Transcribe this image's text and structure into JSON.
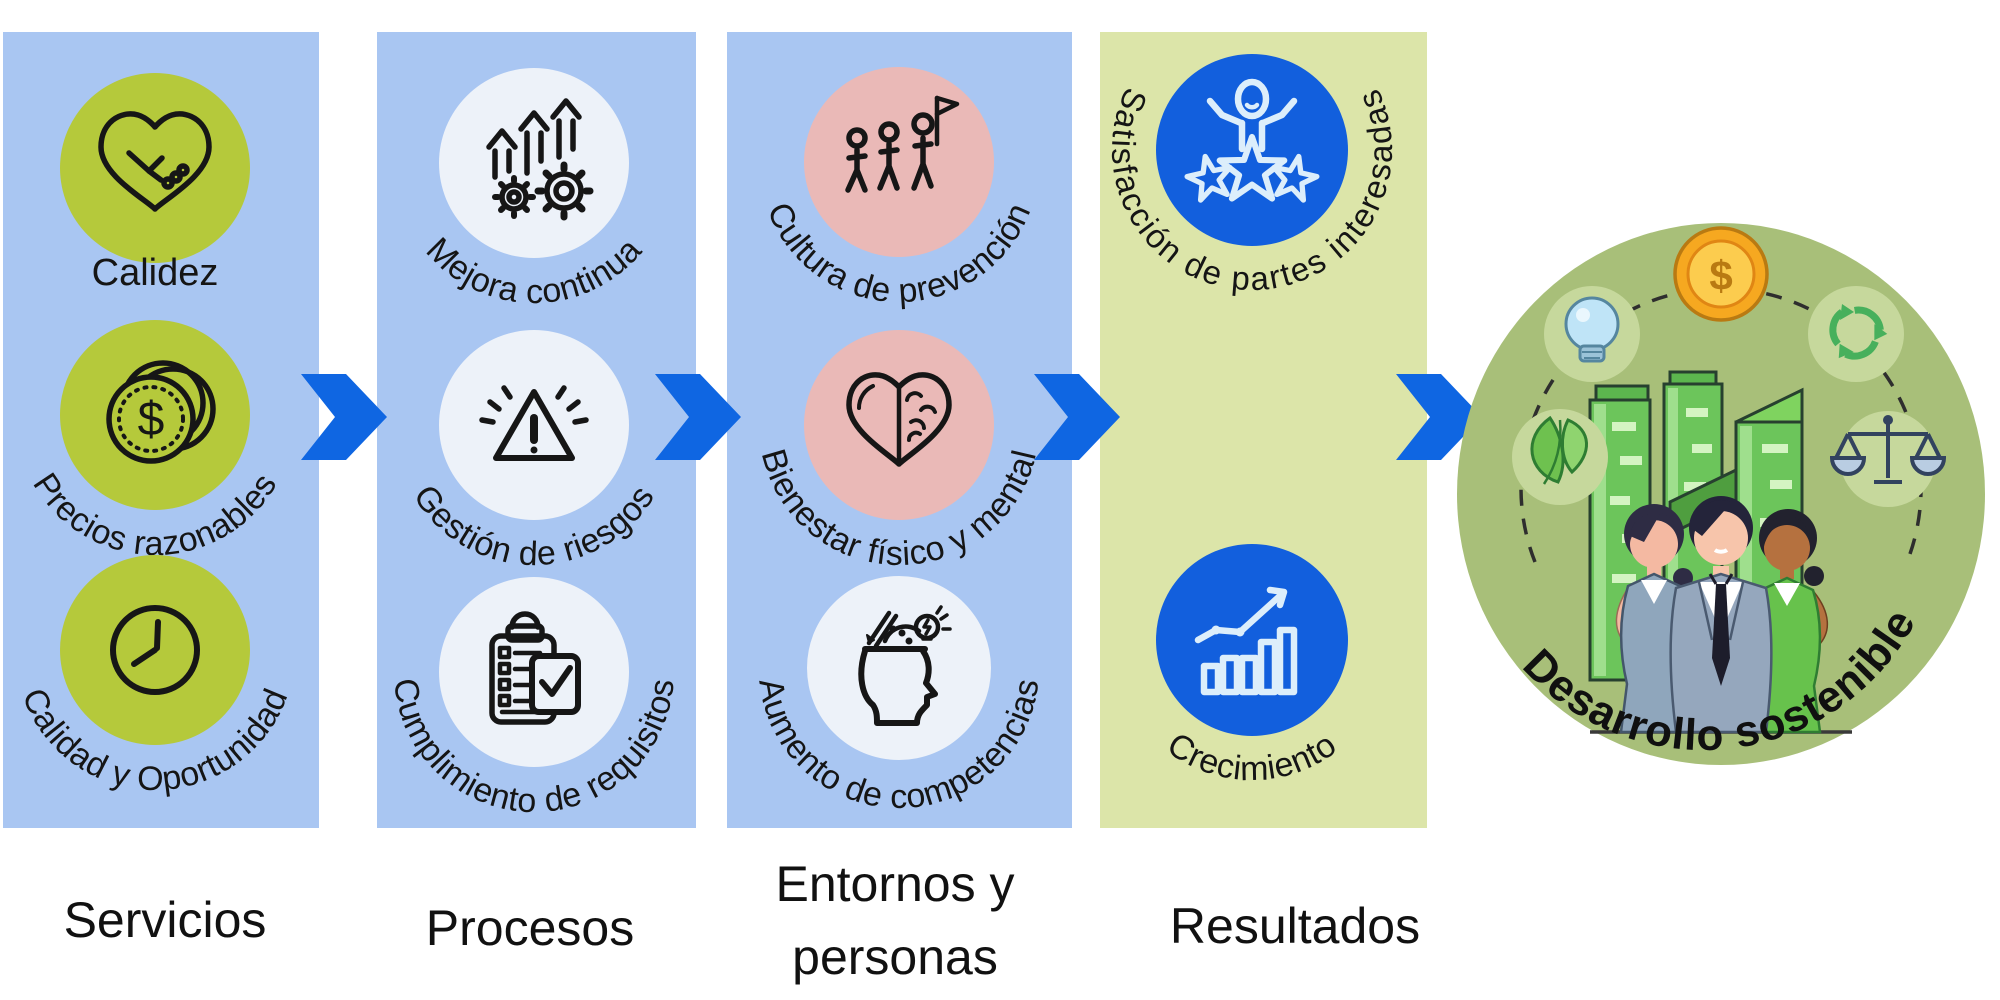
{
  "glyphs": {
    "dollar": "$"
  },
  "flow": {
    "columns": [
      {
        "label": "Servicios",
        "items": [
          {
            "label": "Calidez",
            "icon": "handshake-heart"
          },
          {
            "label": "Precios razonables",
            "icon": "coins-dollar"
          },
          {
            "label": "Calidad y Oportunidad",
            "icon": "clock"
          }
        ]
      },
      {
        "label": "Procesos",
        "items": [
          {
            "label": "Mejora continua",
            "icon": "growth-arrows-gears"
          },
          {
            "label": "Gestión de riesgos",
            "icon": "warning-triangle"
          },
          {
            "label": "Cumplimiento de requisitos",
            "icon": "clipboard-checklist"
          }
        ]
      },
      {
        "label": "Entornos y personas",
        "items": [
          {
            "label": "Cultura de prevención",
            "icon": "people-with-flag"
          },
          {
            "label": "Bienestar físico y mental",
            "icon": "heart-brain"
          },
          {
            "label": "Aumento de competencias",
            "icon": "head-creativity"
          }
        ]
      },
      {
        "label": "Resultados",
        "items": [
          {
            "label": "Satisfacción de partes interesadas",
            "icon": "person-three-stars"
          },
          {
            "label": "Crecimiento",
            "icon": "growth-chart"
          }
        ]
      }
    ],
    "result": {
      "label": "Desarrollo sostenible"
    }
  },
  "colors": {
    "column_blue": "#a9c6f2",
    "column_green": "#dce5a9",
    "circle_green": "#b5c93b",
    "circle_light": "#edf2f9",
    "circle_pink": "#eab9b7",
    "circle_blue": "#125fdd",
    "arrow_blue": "#0f66e2",
    "result_circle_green": "#a8bf79",
    "text": "#151515"
  }
}
